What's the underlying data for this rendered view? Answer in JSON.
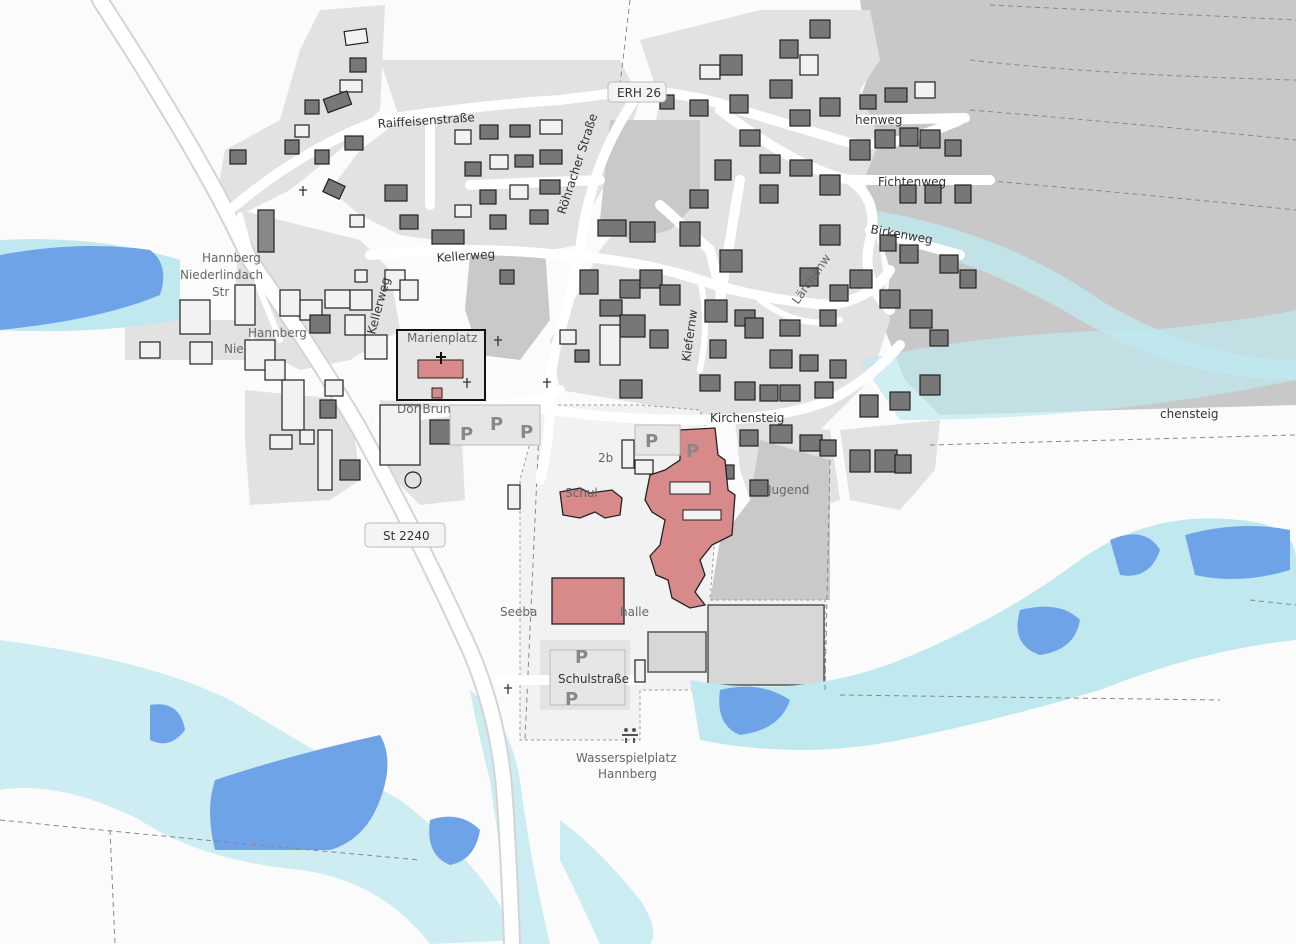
{
  "streets": {
    "raiffeisenstrasse": "Raiffeisenstraße",
    "roehracher_strasse": "Röhracher Straße",
    "kellerweg": "Kellerweg",
    "kellerweg_vertical": "Kellerweg",
    "fichtenweg": "Fichtenweg",
    "birkenweg": "Birkenweg",
    "buchenweg": "henweg",
    "kirchensteig": "Kirchensteig",
    "kirchensteig_east": "chensteig",
    "schulstrasse": "Schulstraße",
    "kiefernweg": "Kiefernw",
    "larchenweg": "Lärchenw"
  },
  "road_refs": {
    "erh": "ERH 26",
    "st": "St 2240"
  },
  "places": {
    "hannberg_stop_1": "Hannberg",
    "hannberg_stop_2": "Niederlindach",
    "hannberg_stop_3": "Str",
    "hannberg_village": "Hannberg",
    "nie_text": "Nie",
    "marienplatz": "Marienplatz",
    "dorfbrunnen": "Dor Brun",
    "seebach_halle_1": "Seeba",
    "seebach_halle_2": "halle",
    "schule": "Schul",
    "jugend": "Jugend",
    "wasserspielplatz_1": "Wasserspielplatz",
    "wasserspielplatz_2": "Hannberg",
    "housenumber_2b": "2b"
  },
  "parking_symbol": "P",
  "colors": {
    "water": "#6fa3e8",
    "wetland": "#bfe8ef",
    "residential": "#e0e0e0",
    "forest": "#c8c8c8",
    "building": "#777777",
    "highlight_building": "#d88a8a",
    "road": "#ffffff"
  },
  "icons": [
    "playground-icon",
    "church-icon",
    "cross-icon",
    "parking-icon"
  ]
}
